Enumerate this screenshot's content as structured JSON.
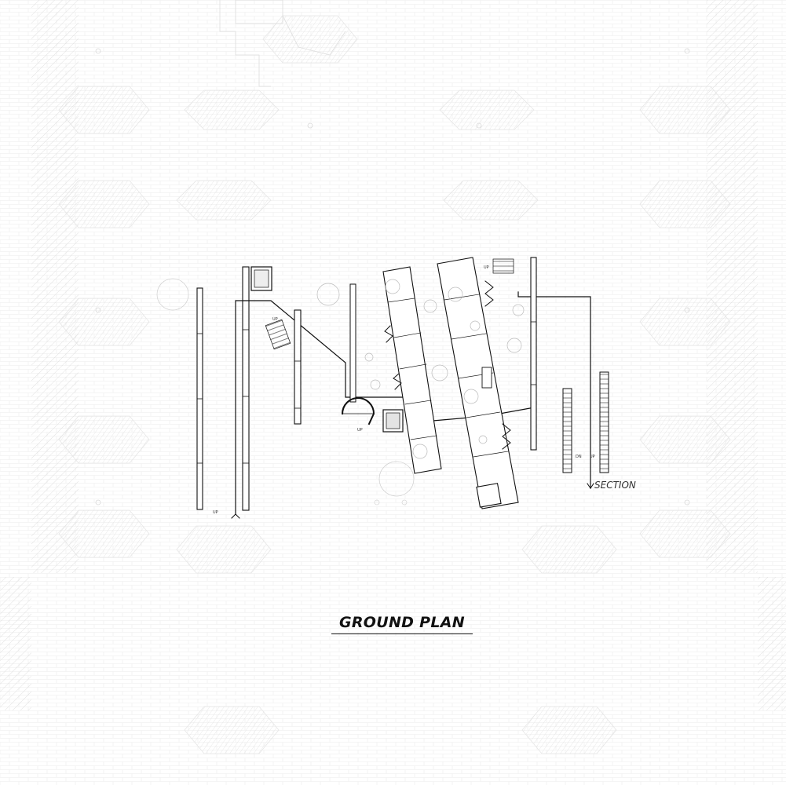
{
  "title": "GROUND PLAN",
  "labels": {
    "section": "SECTION",
    "up": "UP",
    "dn": "DN"
  },
  "colors": {
    "background": "#ffffff",
    "texture": "#e6e6e6",
    "hatch": "#dcdcdc",
    "line": "#111111",
    "fine_line": "#555555"
  }
}
